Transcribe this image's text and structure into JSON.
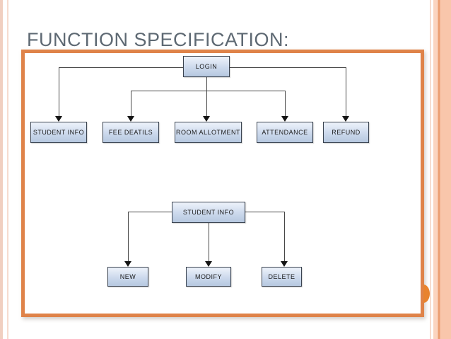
{
  "slide": {
    "title": "FUNCTION SPECIFICATION:"
  },
  "colors": {
    "title_gray": "#5e6973",
    "frame_orange": "#df8349",
    "semicircle_orange": "#e8832e",
    "edge_stripe_pink": "#f1cfc0",
    "edge_band_salmon": "#f9c6ab",
    "node_border": "#3a4350",
    "node_fill_top": "#eef3fb",
    "node_fill_bottom": "#b6c8e0",
    "connector": "#474747"
  },
  "icons": {
    "arrowhead": "▼"
  },
  "login_tree": {
    "root": {
      "label": "LOGIN"
    },
    "children": [
      {
        "label": "STUDENT INFO"
      },
      {
        "label": "FEE DEATILS"
      },
      {
        "label": "ROOM ALLOTMENT"
      },
      {
        "label": "ATTENDANCE"
      },
      {
        "label": "REFUND"
      }
    ]
  },
  "student_info_tree": {
    "root": {
      "label": "STUDENT INFO"
    },
    "children": [
      {
        "label": "NEW"
      },
      {
        "label": "MODIFY"
      },
      {
        "label": "DELETE"
      }
    ]
  }
}
